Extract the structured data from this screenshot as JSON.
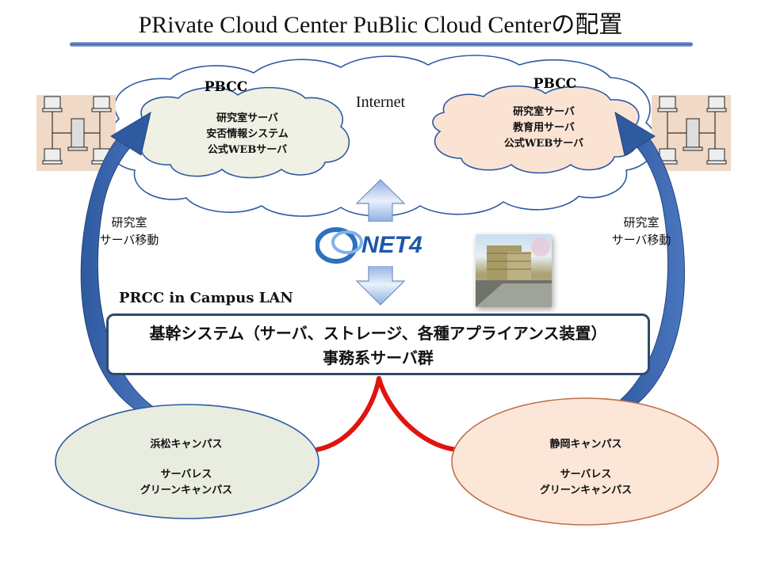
{
  "title": "PRivate Cloud Center PuBlic Cloud Centerの配置",
  "internet_label": "Internet",
  "left_pbcc": {
    "heading": "PBCC",
    "lines": [
      "研究室サーバ",
      "安否情報システム",
      "公式WEBサーバ"
    ]
  },
  "right_pbcc": {
    "heading": "PBCC",
    "lines": [
      "研究室サーバ",
      "教育用サーバ",
      "公式WEBサーバ"
    ]
  },
  "left_move_label": [
    "研究室",
    "サーバ移動"
  ],
  "right_move_label": [
    "研究室",
    "サーバ移動"
  ],
  "sinet_logo_text": "NET4",
  "prcc_label": "PRCC in Campus LAN",
  "core_system": {
    "line1": "基幹システム（サーバ、ストレージ、各種アプライアンス装置）",
    "line2": "事務系サーバ群"
  },
  "hamamatsu": {
    "name": "浜松キャンパス",
    "line1": "サーバレス",
    "line2": "グリーンキャンパス"
  },
  "shizuoka": {
    "name": "静岡キャンパス",
    "line1": "サーバレス",
    "line2": "グリーンキャンパス"
  },
  "colors": {
    "arrow_blue": "#2f5aa0",
    "link_red": "#e0140e",
    "left_cloud_fill": "#eef1e3",
    "right_cloud_fill": "#fbe3d3",
    "network_panel": "#f0d9c6",
    "hamamatsu_fill": "#e8ede0",
    "shizuoka_fill": "#fbe6d8"
  }
}
